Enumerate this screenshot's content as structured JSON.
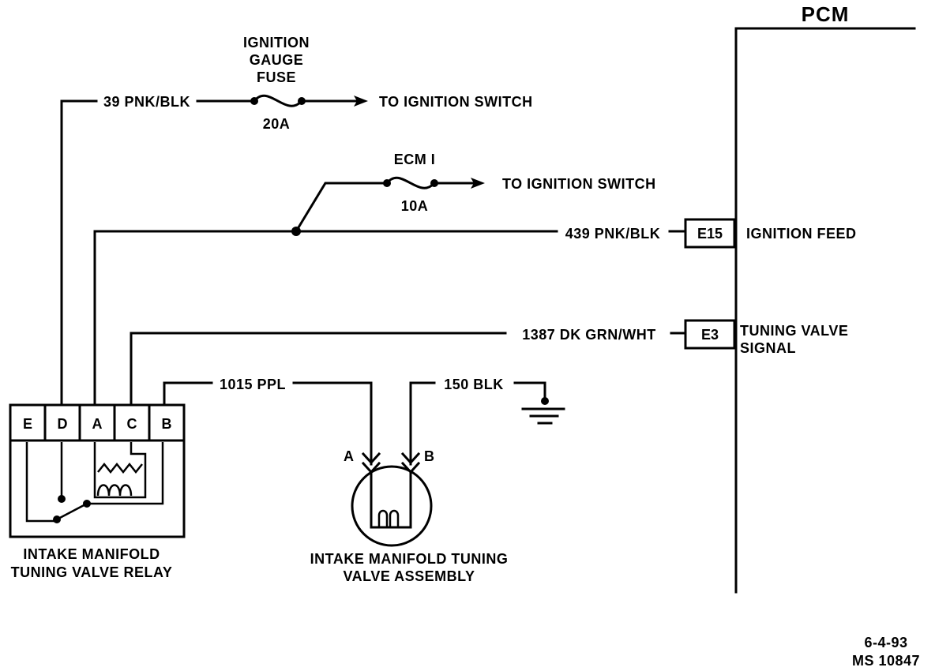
{
  "pcm": {
    "title": "PCM"
  },
  "fuses": {
    "gauge": {
      "name_lines": [
        "IGNITION",
        "GAUGE",
        "FUSE"
      ],
      "rating": "20A",
      "dest": "TO IGNITION SWITCH"
    },
    "ecm": {
      "name": "ECM I",
      "rating": "10A",
      "dest": "TO IGNITION SWITCH"
    }
  },
  "wires": {
    "w39": "39 PNK/BLK",
    "w439": "439 PNK/BLK",
    "w1387": "1387 DK GRN/WHT",
    "w1015": "1015 PPL",
    "w150": "150 BLK"
  },
  "pcm_pins": [
    {
      "pin": "E15",
      "function_lines": [
        "IGNITION FEED"
      ]
    },
    {
      "pin": "E3",
      "function_lines": [
        "TUNING VALVE",
        "SIGNAL"
      ]
    }
  ],
  "relay": {
    "pins": [
      "E",
      "D",
      "A",
      "C",
      "B"
    ],
    "label_lines": [
      "INTAKE MANIFOLD",
      "TUNING VALVE RELAY"
    ]
  },
  "valve": {
    "terminals": [
      "A",
      "B"
    ],
    "label_lines": [
      "INTAKE MANIFOLD TUNING",
      "VALVE ASSEMBLY"
    ]
  },
  "footer": {
    "date": "6-4-93",
    "code": "MS 10847"
  }
}
